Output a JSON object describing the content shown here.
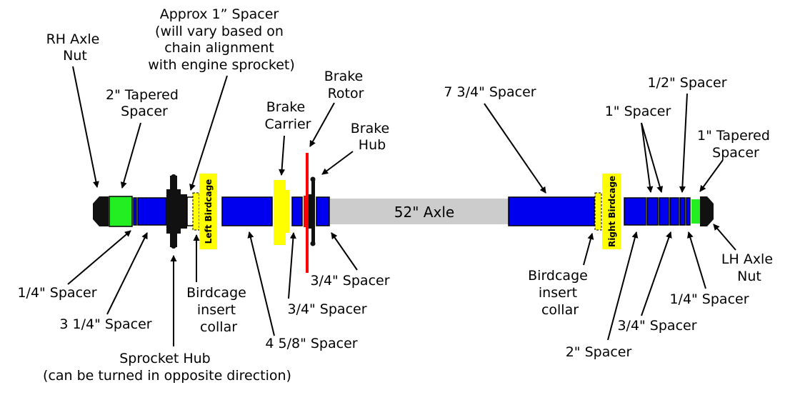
{
  "colors": {
    "spacer": "#0000ee",
    "nut": "#111111",
    "tapered": "#22ee22",
    "birdcage": "#ffff00",
    "brake_rotor": "#ff0000",
    "axle": "#cccccc"
  },
  "axle_label": "52\" Axle",
  "birdcage_left": "Left Birdcage",
  "birdcage_right": "Right Birdcage",
  "labels": {
    "rh_nut": [
      "RH Axle",
      "Nut"
    ],
    "tapered_2": [
      "2\" Tapered",
      "Spacer"
    ],
    "approx_1": [
      "Approx 1” Spacer",
      "(will vary based on",
      "chain alignment",
      "with engine sprocket)"
    ],
    "brake_rotor": [
      "Brake",
      "Rotor"
    ],
    "brake_carrier": [
      "Brake",
      "Carrier"
    ],
    "brake_hub": [
      "Brake",
      "Hub"
    ],
    "spacer_7_3_4": [
      "7 3/4\" Spacer"
    ],
    "spacer_half": [
      "1/2\" Spacer"
    ],
    "spacer_1": [
      "1\" Spacer"
    ],
    "tapered_1": [
      "1\" Tapered",
      "Spacer"
    ],
    "lh_nut": [
      "LH Axle",
      "Nut"
    ],
    "spacer_quarter_left": [
      "1/4\" Spacer"
    ],
    "spacer_3_1_4": [
      "3 1/4\" Spacer"
    ],
    "sprocket_hub": [
      "Sprocket Hub",
      "(can be turned in opposite direction)"
    ],
    "birdcage_collar_left": [
      "Birdcage",
      "insert",
      "collar"
    ],
    "spacer_4_5_8": [
      "4 5/8\" Spacer"
    ],
    "spacer_3_4_a": [
      "3/4\" Spacer"
    ],
    "spacer_3_4_b": [
      "3/4\" Spacer"
    ],
    "birdcage_collar_right": [
      "Birdcage",
      "insert",
      "collar"
    ],
    "spacer_2": [
      "2\" Spacer"
    ],
    "spacer_3_4_right": [
      "3/4\" Spacer"
    ],
    "spacer_quarter_right": [
      "1/4\" Spacer"
    ]
  }
}
